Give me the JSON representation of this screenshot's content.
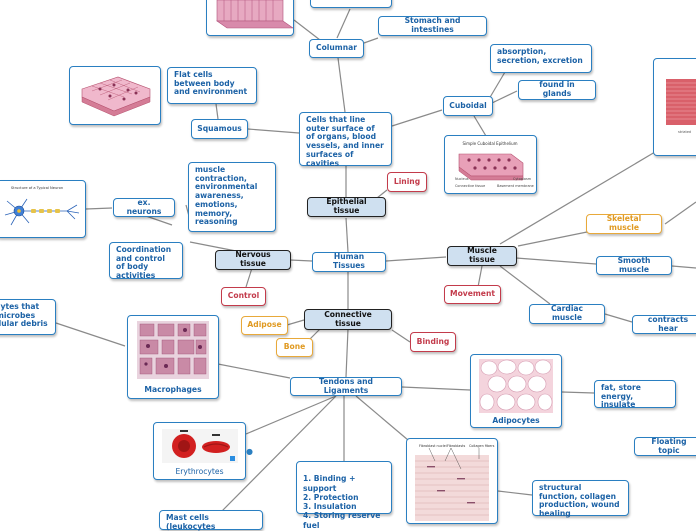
{
  "nodes": {
    "human_tissues": "Human Tissues",
    "epithelial": "Epithelial tissue",
    "nervous": "Nervous tissue",
    "connective": "Connective tissue",
    "muscle": "Muscle tissue",
    "columnar": "Columnar",
    "stomach": "Stomach and intestines",
    "cuboidal": "Cuboidal",
    "absorption": "absorption, secretion, excretion",
    "glands": "found in glands",
    "squamous": "Squamous",
    "flat_cells": "Flat cells between body and environment",
    "cells_line": "Cells that line outer surface of of organs, blood vessels, and inner surfaces of cavities",
    "lining": "Lining",
    "neurons": "ex. neurons",
    "muscle_contraction": "muscle contraction, environmental awareness, emotions, memory, reasoning",
    "coordination": "Coordination and control of body activities",
    "control": "Control",
    "skeletal": "Skeletal muscle",
    "smooth": "Smooth muscle",
    "movement": "Movement",
    "cardiac": "Cardiac muscle",
    "contracts": "contracts hear",
    "adipose": "Adipose",
    "bone": "Bone",
    "binding": "Binding",
    "tendons": "Tendons and Ligaments",
    "macrophages": "Macrophages",
    "phagocytes": "cytes that microbes llular debris",
    "adipocytes": "Adipocytes",
    "fat_store": "fat, store energy, insulate",
    "floating": "Floating topic",
    "erythrocytes": "Erythrocytes",
    "functions": "1. Binding + support\n2. Protection\n3. Insulation\n4. Storing reserve fuel",
    "mast_cells": "Mast cells (leukocytes",
    "structural": "structural function, collagen production, wound healing"
  },
  "image_labels": {
    "cuboidal_title": "Simple Cuboidal Epithelium",
    "cuboidal_nucleus": "Nucleus",
    "cuboidal_cytoplasm": "Cytoplasm",
    "cuboidal_ct": "Connective tissue",
    "cuboidal_bm": "Basement membrane",
    "neuron_title": "Structure of a Typical Neuron",
    "tendon_a": "Fibroblast nuclei",
    "tendon_b": "Fibroblasts",
    "tendon_c": "Collagen fibers",
    "skeletal_small": "striated"
  },
  "colors": {
    "line": "#8a8a8a",
    "node_border": "#2a7fc1",
    "text": "#1c62a6",
    "main_fill": "#cfe0f0",
    "red": "#c33b4b",
    "orange": "#e8a93a"
  }
}
